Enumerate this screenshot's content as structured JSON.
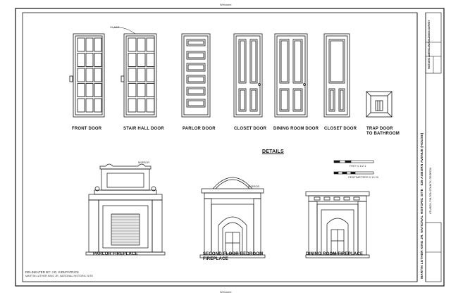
{
  "sheet": {
    "top_label": "Welcome",
    "bottom_label": "Welcome"
  },
  "doors": [
    {
      "label": "FRONT DOOR"
    },
    {
      "label": "STAIR HALL DOOR"
    },
    {
      "label": "PARLOR DOOR"
    },
    {
      "label": "CLOSET DOOR"
    },
    {
      "label": "DINING ROOM DOOR"
    },
    {
      "label": "CLOSET DOOR"
    },
    {
      "label_line1": "TRAP DOOR",
      "label_line2": "TO BATHROOM"
    }
  ],
  "callouts": {
    "glass": "GLASS",
    "mirror": "MIRROR"
  },
  "details": {
    "title": "DETAILS",
    "scale_feet": "FEET 0 1/2 1",
    "scale_cm": "CENTIMETERS 0 10 20"
  },
  "fireplaces": [
    {
      "label": "PARLOR FIREPLACE"
    },
    {
      "label_line1": "SECOND FLOOR BEDROOM",
      "label_line2": "FIREPLACE"
    },
    {
      "label": "DINING ROOM FIREPLACE"
    }
  ],
  "title_block": {
    "project_title": "MARTIN LUTHER KING JR. NATIONAL HISTORIC SITE · 526 AUBURN AVENUE (HOUSE)",
    "location": "ATLANTA, FULTON COUNTY, GEORGIA",
    "box_note": "HISTORIC AMERICAN BUILDINGS SURVEY",
    "delineator": "DELINEATED BY: J.R. KIRKPATRICK",
    "delineator_sub": "MARTIN LUTHER KING JR. NATIONAL HISTORIC SITE"
  }
}
